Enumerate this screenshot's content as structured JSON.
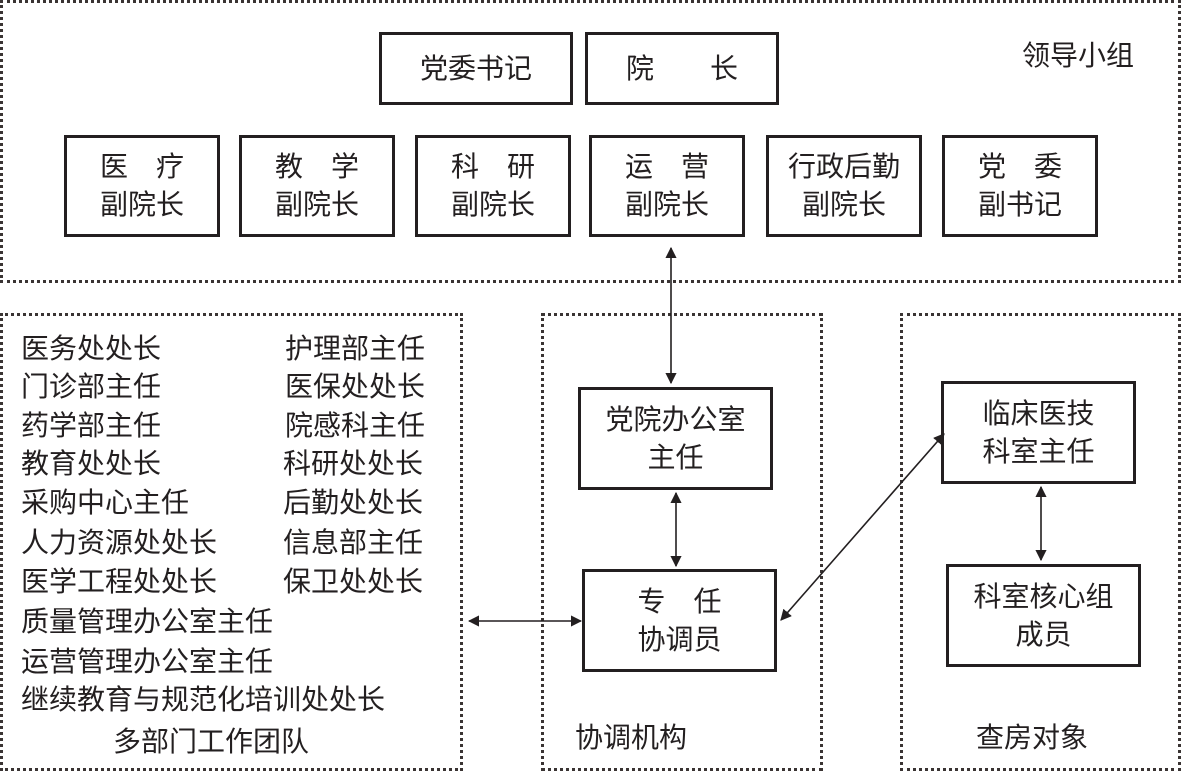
{
  "leadership_group": {
    "title": "领导小组",
    "top_row": [
      {
        "id": "party-secretary",
        "lines": [
          "党委书记"
        ]
      },
      {
        "id": "president",
        "lines": [
          "院　　长"
        ]
      }
    ],
    "vice_row": [
      {
        "id": "vp-medical",
        "lines": [
          "医　疗",
          "副院长"
        ]
      },
      {
        "id": "vp-teaching",
        "lines": [
          "教　学",
          "副院长"
        ]
      },
      {
        "id": "vp-research",
        "lines": [
          "科　研",
          "副院长"
        ]
      },
      {
        "id": "vp-operations",
        "lines": [
          "运　营",
          "副院长"
        ]
      },
      {
        "id": "vp-admin-logistics",
        "lines": [
          "行政后勤",
          "副院长"
        ]
      },
      {
        "id": "deputy-party-secretary",
        "lines": [
          "党　委",
          "副书记"
        ]
      }
    ]
  },
  "multi_department_team": {
    "title": "多部门工作团队",
    "left_column": [
      "医务处处长",
      "门诊部主任",
      "药学部主任",
      "教育处处长",
      "采购中心主任",
      "人力资源处处长",
      "医学工程处处长"
    ],
    "right_column": [
      "护理部主任",
      "医保处处长",
      "院感科主任",
      "科研处处长",
      "后勤处处长",
      "信息部主任",
      "保卫处处长"
    ],
    "full_width": [
      "质量管理办公室主任",
      "运营管理办公室主任",
      "继续教育与规范化培训处处长"
    ]
  },
  "coordination_body": {
    "title": "协调机构",
    "office_director": {
      "lines": [
        "党院办公室",
        "主任"
      ]
    },
    "coordinator": {
      "lines": [
        "专　任",
        "协调员"
      ]
    }
  },
  "rounds_targets": {
    "title": "查房对象",
    "dept_director": {
      "lines": [
        "临床医技",
        "科室主任"
      ]
    },
    "core_members": {
      "lines": [
        "科室核心组",
        "成员"
      ]
    }
  },
  "connections": [
    {
      "from": "vp-operations",
      "to": "office-director",
      "type": "bidirectional"
    },
    {
      "from": "office-director",
      "to": "coordinator",
      "type": "bidirectional"
    },
    {
      "from": "multi-department-team",
      "to": "coordinator",
      "type": "bidirectional"
    },
    {
      "from": "coordinator",
      "to": "dept-director",
      "type": "bidirectional"
    },
    {
      "from": "dept-director",
      "to": "core-members",
      "type": "bidirectional"
    }
  ]
}
